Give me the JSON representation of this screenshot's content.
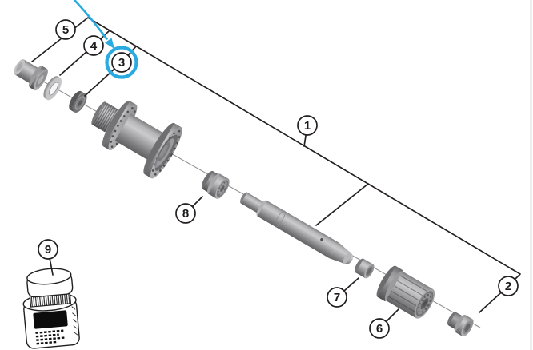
{
  "diagram": {
    "type": "exploded-parts-diagram",
    "background_color": "#ffffff",
    "line_color": "#231f20",
    "center_line_color": "#919193",
    "highlight_color": "#29abe2",
    "callouts": [
      {
        "label": "1"
      },
      {
        "label": "2"
      },
      {
        "label": "3"
      },
      {
        "label": "4"
      },
      {
        "label": "5"
      },
      {
        "label": "6"
      },
      {
        "label": "7"
      },
      {
        "label": "8"
      },
      {
        "label": "9"
      }
    ],
    "highlight": {
      "target_callout": "3",
      "elements": [
        "arrow",
        "circle"
      ]
    }
  }
}
